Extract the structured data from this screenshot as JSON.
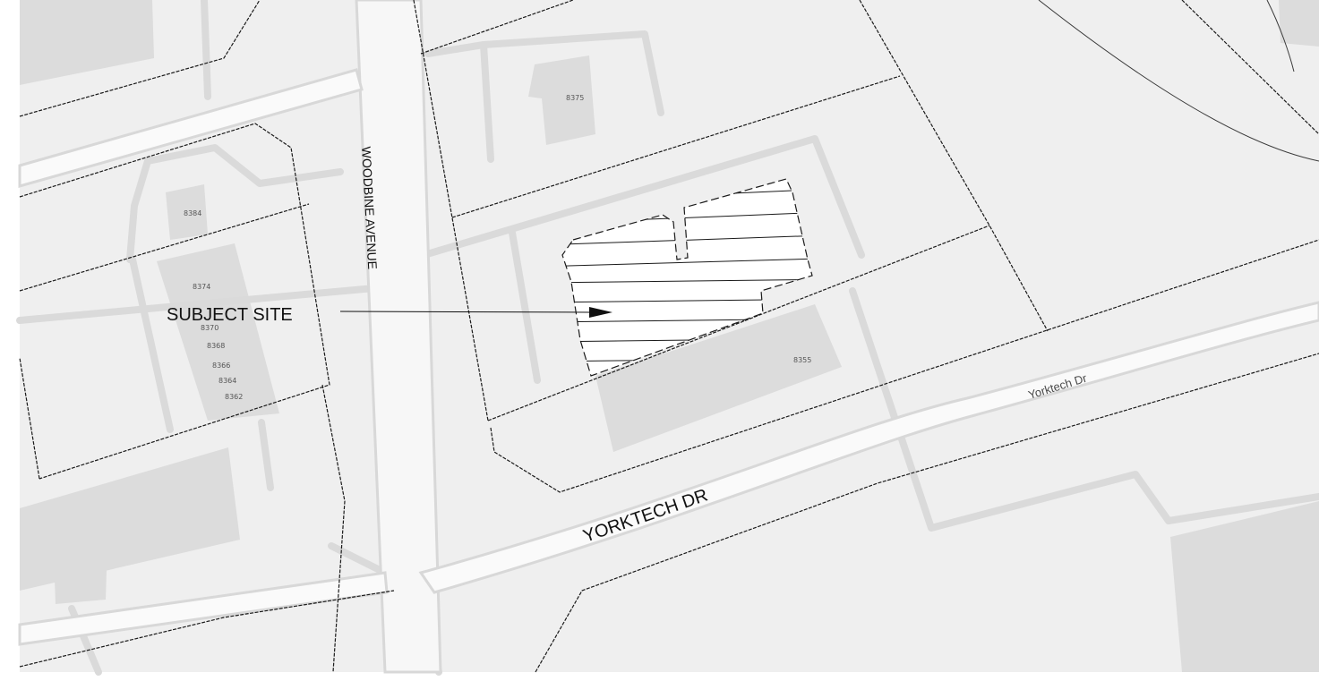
{
  "labels": {
    "subject_site": "SUBJECT SITE",
    "woodbine": "WOODBINE AVENUE",
    "yorktech_major": "YORKTECH DR",
    "yorktech_minor": "Yorktech Dr"
  },
  "addresses": {
    "a8375": "8375",
    "a8384": "8384",
    "a8374": "8374",
    "a8370": "8370",
    "a8368": "8368",
    "a8366": "8366",
    "a8364": "8364",
    "a8362": "8362",
    "a8355": "8355"
  },
  "colors": {
    "land": "#efefef",
    "building": "#dcdcdc",
    "path": "#dadada",
    "road": "#fafafa",
    "lot_line": "#1a1a1a",
    "site_fill": "#ffffff"
  }
}
